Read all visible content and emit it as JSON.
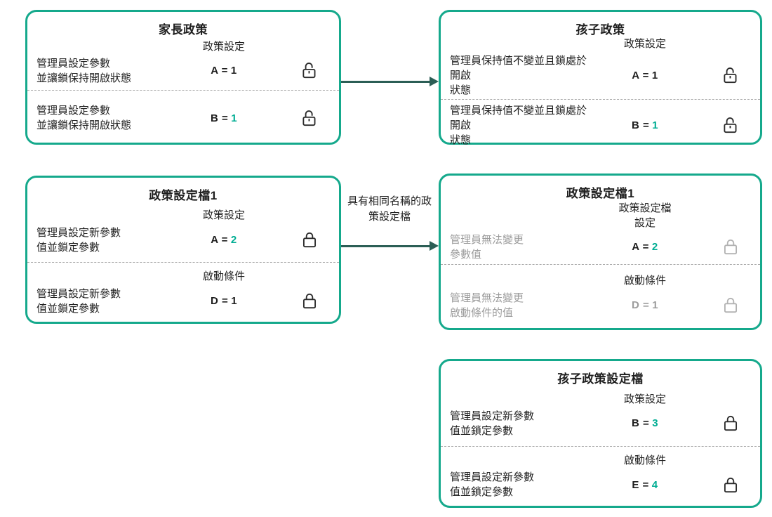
{
  "colors": {
    "box_border": "#15a98c",
    "value_accent": "#00ad93",
    "arrow": "#2b5e55",
    "text": "#1e1e1e",
    "muted_text": "#9c9c9c",
    "muted_lock": "#b2b2b2",
    "divider": "#a9a9a9"
  },
  "boxes": {
    "parent_policy": {
      "title": "家長政策",
      "rows": [
        {
          "header": "政策設定",
          "desc": "管理員設定參數\n並讓鎖保持開啟狀態",
          "param": "A =",
          "value": "1",
          "lock_icon": "lock-open-icon"
        },
        {
          "desc": "管理員設定參數\n並讓鎖保持開啟狀態",
          "param": "B =",
          "value": "1",
          "lock_icon": "lock-open-icon"
        }
      ]
    },
    "child_policy": {
      "title": "孩子政策",
      "rows": [
        {
          "header": "政策設定",
          "desc": "管理員保持值不變並且鎖處於開啟\n狀態",
          "param": "A =",
          "value": "1",
          "lock_icon": "lock-open-icon"
        },
        {
          "desc": "管理員保持值不變並且鎖處於開啟\n狀態",
          "param": "B =",
          "value": "1",
          "lock_icon": "lock-open-icon"
        }
      ]
    },
    "policy_profile_1": {
      "title": "政策設定檔1",
      "rows": [
        {
          "header": "政策設定",
          "desc": "管理員設定新參數\n值並鎖定參數",
          "param": "A =",
          "value": "2",
          "lock_icon": "lock-closed-icon"
        },
        {
          "header": "啟動條件",
          "desc": "管理員設定新參數\n值並鎖定參數",
          "param": "D =",
          "value": "1",
          "lock_icon": "lock-closed-icon"
        }
      ]
    },
    "inherited_policy_profile_1": {
      "title": "政策設定檔1",
      "rows": [
        {
          "header": "政策設定檔\n設定",
          "desc": "管理員無法變更\n參數值",
          "param": "A =",
          "value": "2",
          "lock_icon": "lock-closed-icon"
        },
        {
          "header": "啟動條件",
          "desc": "管理員無法變更\n啟動條件的值",
          "param": "D =",
          "value": "1",
          "lock_icon": "lock-closed-icon"
        }
      ]
    },
    "child_policy_profile": {
      "title": "孩子政策設定檔",
      "rows": [
        {
          "header": "政策設定",
          "desc": "管理員設定新參數\n值並鎖定參數",
          "param": "B =",
          "value": "3",
          "lock_icon": "lock-closed-icon"
        },
        {
          "header": "啟動條件",
          "desc": "管理員設定新參數\n值並鎖定參數",
          "param": "E =",
          "value": "4",
          "lock_icon": "lock-closed-icon"
        }
      ]
    }
  },
  "arrows": {
    "middle_label": "具有相同名稱的政\n策設定檔"
  }
}
